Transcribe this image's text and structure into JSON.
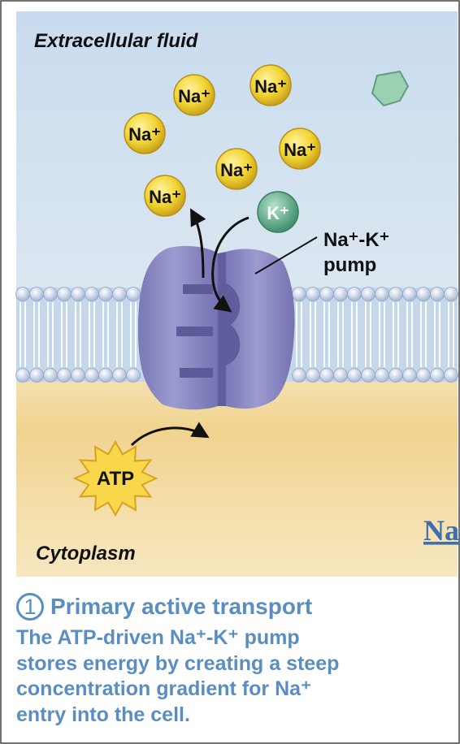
{
  "diagram": {
    "extracellular_label": "Extracellular fluid",
    "cytoplasm_label": "Cytoplasm",
    "pump_label_line1": "Na⁺-K⁺",
    "pump_label_line2": "pump",
    "atp_label": "ATP",
    "sodium_ion": "Na⁺",
    "potassium_ion": "K⁺",
    "cropped_text": "Na"
  },
  "caption": {
    "step_number": "1",
    "title": "Primary active transport",
    "body_lines": [
      "The ATP-driven Na⁺-K⁺ pump",
      "stores energy by creating a steep",
      "concentration gradient for Na⁺",
      "entry into the cell."
    ]
  },
  "colors": {
    "extracellular": "#cfe0ef",
    "cytoplasm": "#f0d08c",
    "pump": "#8f8ec6",
    "sodium": "#f0d430",
    "potassium": "#5fae8c",
    "atp_star": "#f8d74a",
    "caption_text": "#5b8ec0"
  }
}
